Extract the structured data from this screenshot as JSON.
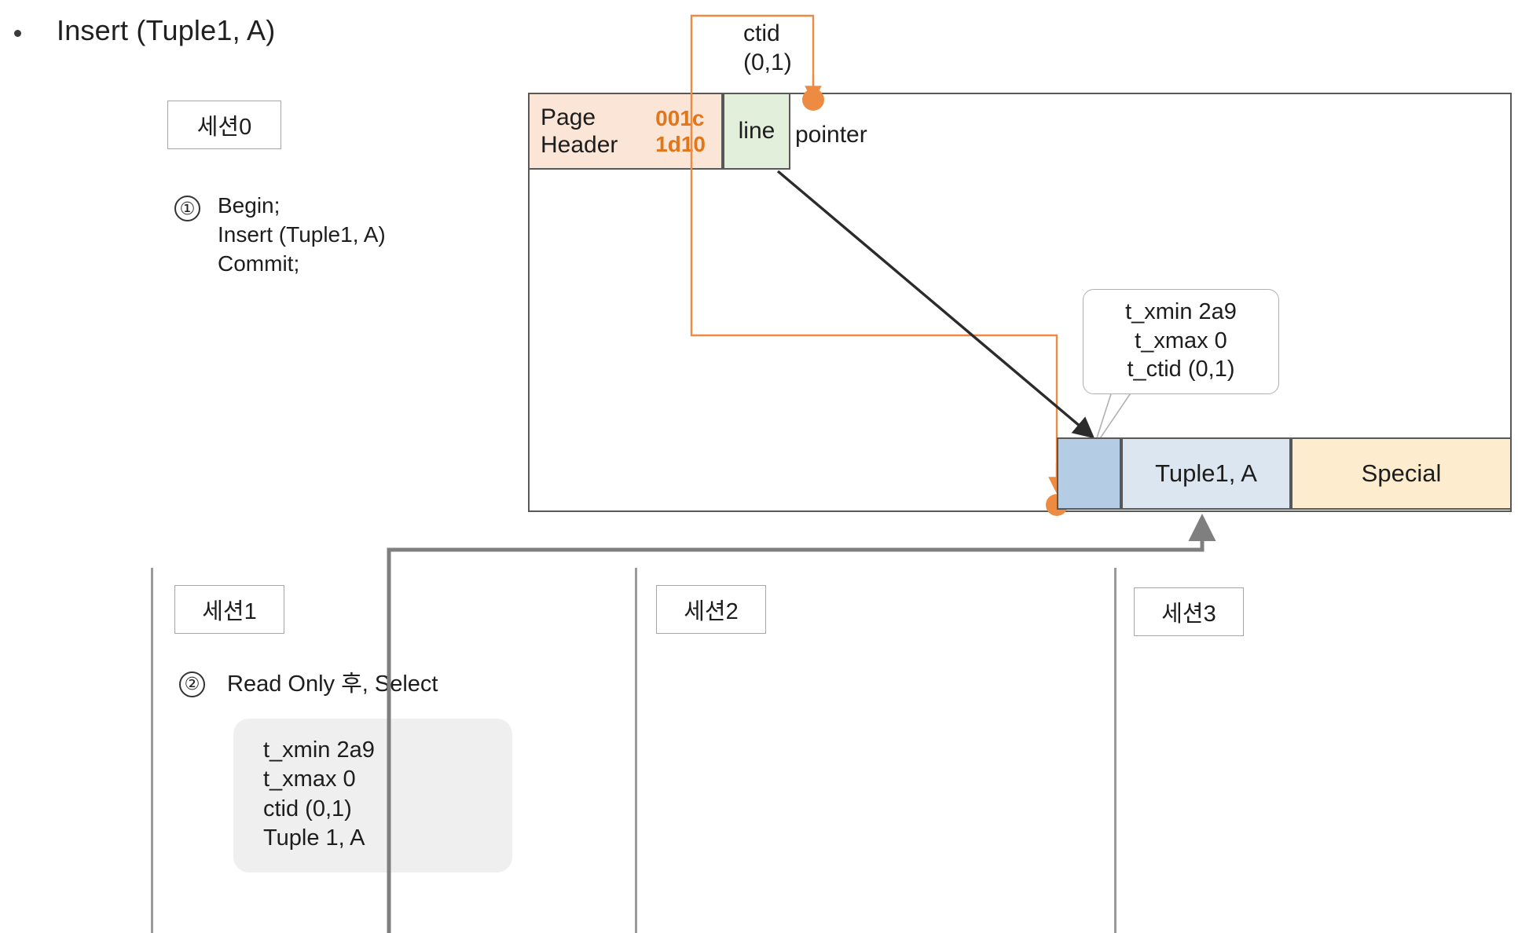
{
  "slide": {
    "bullet": "Insert (Tuple1, A)"
  },
  "session0": {
    "label": "세션0",
    "step_number": "①",
    "step_text": "Begin;\nInsert (Tuple1, A)\nCommit;"
  },
  "page": {
    "header_label": "Page\nHeader",
    "header_values": "001c\n1d10",
    "line_pointer_cell": "line",
    "pointer_word": "pointer",
    "ctid_label": "ctid\n(0,1)",
    "tuple_data": "Tuple1, A",
    "special": "Special",
    "tuple_callout": "t_xmin 2a9\nt_xmax 0\nt_ctid (0,1)"
  },
  "session1": {
    "label": "세션1",
    "step_number": "②",
    "step_text": "Read Only 후, Select",
    "detail": "t_xmin 2a9\nt_xmax 0\nctid (0,1)\nTuple 1, A"
  },
  "session2": {
    "label": "세션2"
  },
  "session3": {
    "label": "세션3"
  },
  "colors": {
    "page_header_fill": "#fbe5d6",
    "page_header_value_text": "#e2761b",
    "line_pointer_fill": "#e2efda",
    "tuple_header_fill": "#b4cde4",
    "tuple_data_fill": "#dce6f1",
    "special_fill": "#fdeccd",
    "connector_orange": "#ED8B43",
    "connector_black": "#3a3a3a",
    "connector_gray": "#7f7f7f",
    "outline_gray": "#585858",
    "bubble_gray": "#efefef"
  }
}
